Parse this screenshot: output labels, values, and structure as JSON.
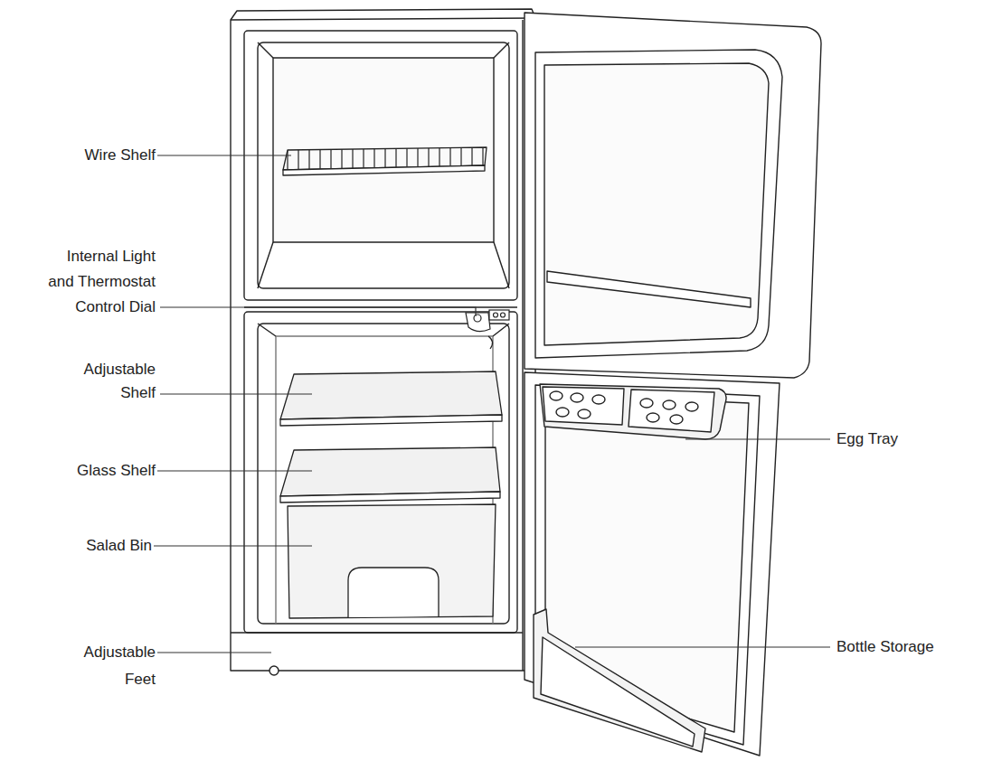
{
  "diagram": {
    "labels": [
      "Wire Shelf",
      "Internal Light and Thermostat Control Dial",
      "Adjustable Shelf",
      "Glass Shelf",
      "Salad Bin",
      "Adjustable Feet",
      "Egg Tray",
      "Bottle Storage"
    ]
  }
}
